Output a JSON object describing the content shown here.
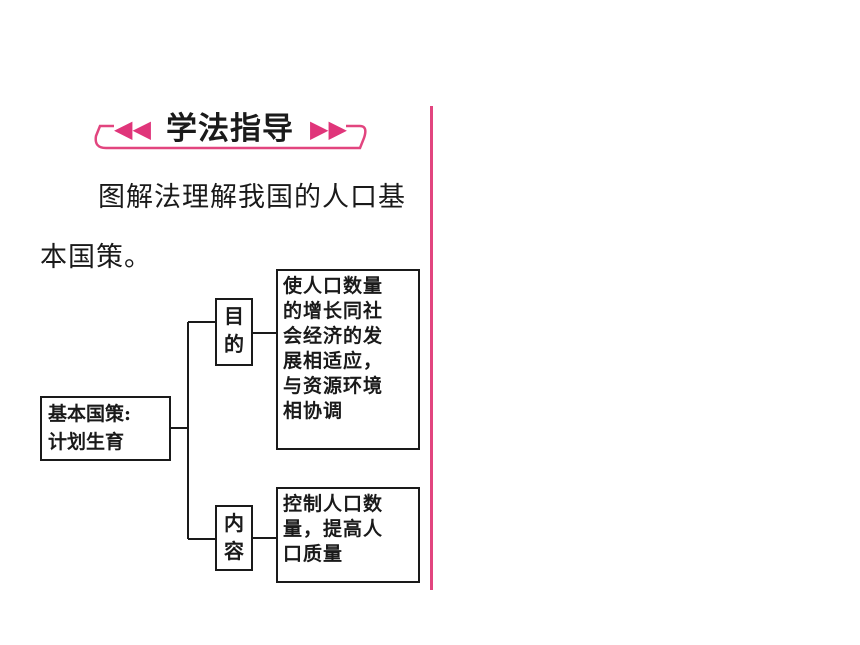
{
  "header": {
    "title": "学法指导",
    "arrow_left": "◀◀",
    "arrow_right": "▶▶"
  },
  "intro": {
    "text": "图解法理解我国的人口基本国策。"
  },
  "diagram": {
    "root": {
      "line1": "基本国策:",
      "line2": "计划生育"
    },
    "branches": [
      {
        "label_line1": "目",
        "label_line2": "的",
        "desc_lines": [
          "使人口数量",
          "的增长同社",
          "会经济的发",
          "展相适应，",
          "与资源环境",
          "相协调"
        ]
      },
      {
        "label_line1": "内",
        "label_line2": "容",
        "desc_lines": [
          "控制人口数",
          "量，提高人",
          "口质量"
        ]
      }
    ]
  },
  "colors": {
    "accent": "#e2457f",
    "text": "#1a1a1a"
  }
}
